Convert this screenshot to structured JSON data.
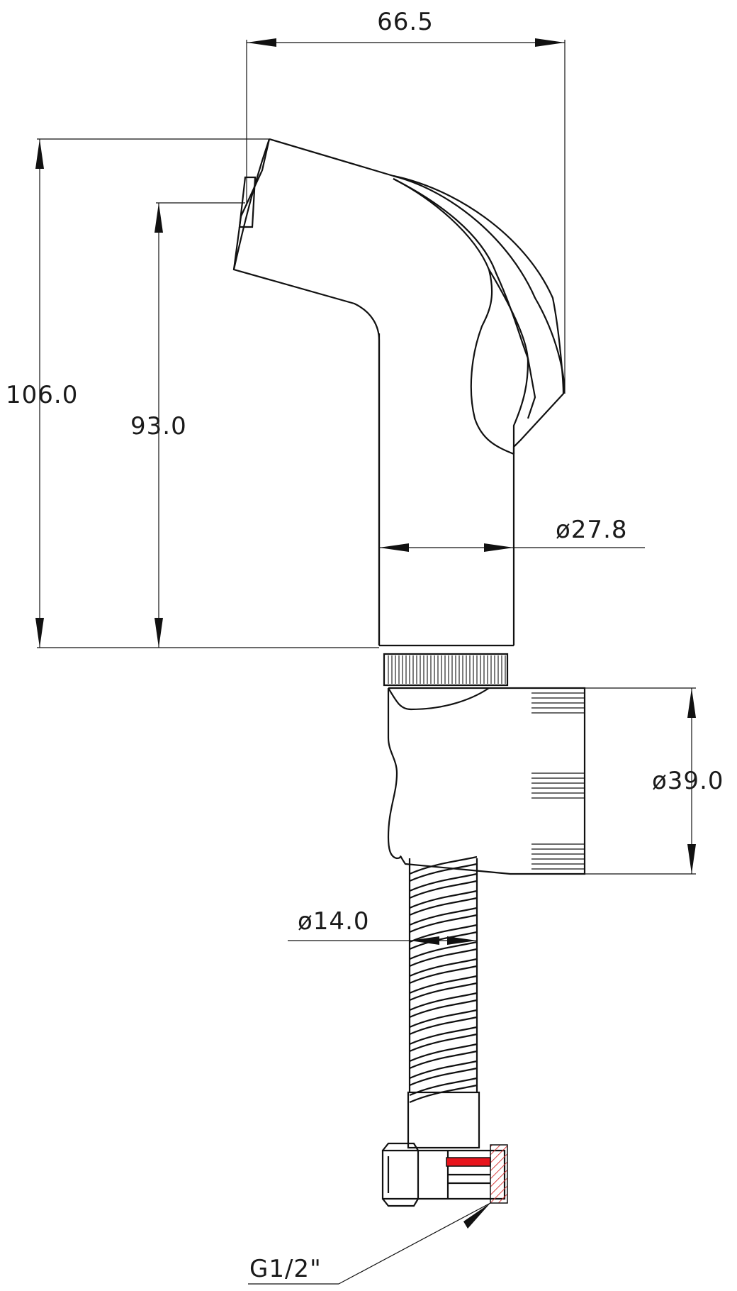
{
  "drawing": {
    "dimensions": {
      "top_width": "66.5",
      "total_height": "106.0",
      "handle_height": "93.0",
      "stem_diameter": "ø27.8",
      "holder_diameter": "ø39.0",
      "hose_diameter": "ø14.0",
      "thread": "G1/2\""
    },
    "colors": {
      "line": "#111111",
      "seal_red": "#e8141c",
      "hatch_red": "#d94040",
      "background": "#ffffff"
    }
  }
}
